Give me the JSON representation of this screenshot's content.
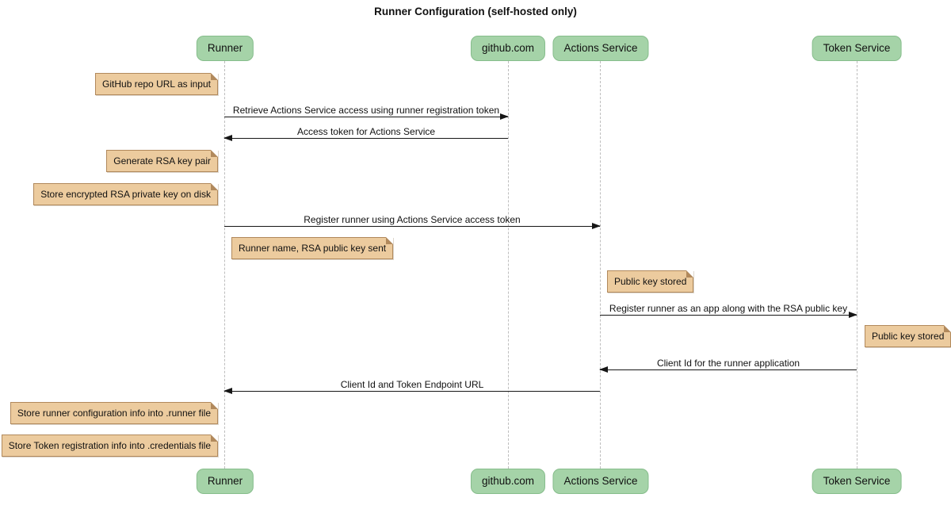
{
  "diagram": {
    "type": "sequence",
    "title": "Runner Configuration (self-hosted only)"
  },
  "participants": [
    {
      "id": "runner",
      "name": "Runner"
    },
    {
      "id": "github",
      "name": "github.com"
    },
    {
      "id": "actions",
      "name": "Actions Service"
    },
    {
      "id": "token",
      "name": "Token Service"
    }
  ],
  "messages": [
    {
      "label": "Retrieve Actions Service access using runner registration token",
      "from": "Runner",
      "to": "github.com"
    },
    {
      "label": "Access token for Actions Service",
      "from": "github.com",
      "to": "Runner"
    },
    {
      "label": "Register runner using Actions Service access token",
      "from": "Runner",
      "to": "Actions Service"
    },
    {
      "label": "Register runner as an app along with the RSA public key",
      "from": "Actions Service",
      "to": "Token Service"
    },
    {
      "label": "Client Id for the runner application",
      "from": "Token Service",
      "to": "Actions Service"
    },
    {
      "label": "Client Id and Token Endpoint URL",
      "from": "Actions Service",
      "to": "Runner"
    }
  ],
  "notes": [
    {
      "text": "GitHub repo URL as input",
      "anchor": "Runner",
      "side": "left"
    },
    {
      "text": "Generate RSA key pair",
      "anchor": "Runner",
      "side": "left"
    },
    {
      "text": "Store encrypted RSA private key on disk",
      "anchor": "Runner",
      "side": "left"
    },
    {
      "text": "Runner name, RSA public key sent",
      "anchor": "Runner",
      "side": "right"
    },
    {
      "text": "Public key stored",
      "anchor": "Actions Service",
      "side": "right"
    },
    {
      "text": "Public key stored",
      "anchor": "Token Service",
      "side": "right"
    },
    {
      "text": "Store runner configuration info into .runner file",
      "anchor": "Runner",
      "side": "left"
    },
    {
      "text": "Store Token registration info into .credentials file",
      "anchor": "Runner",
      "side": "left"
    }
  ],
  "colors": {
    "participant_fill": "#a5d3a8",
    "participant_border": "#86bd8b",
    "note_fill": "#eccb9e",
    "note_border": "#b1895c",
    "arrow_line": "#161616",
    "lifeline": "#bdbdbd",
    "background": "#ffffff"
  }
}
